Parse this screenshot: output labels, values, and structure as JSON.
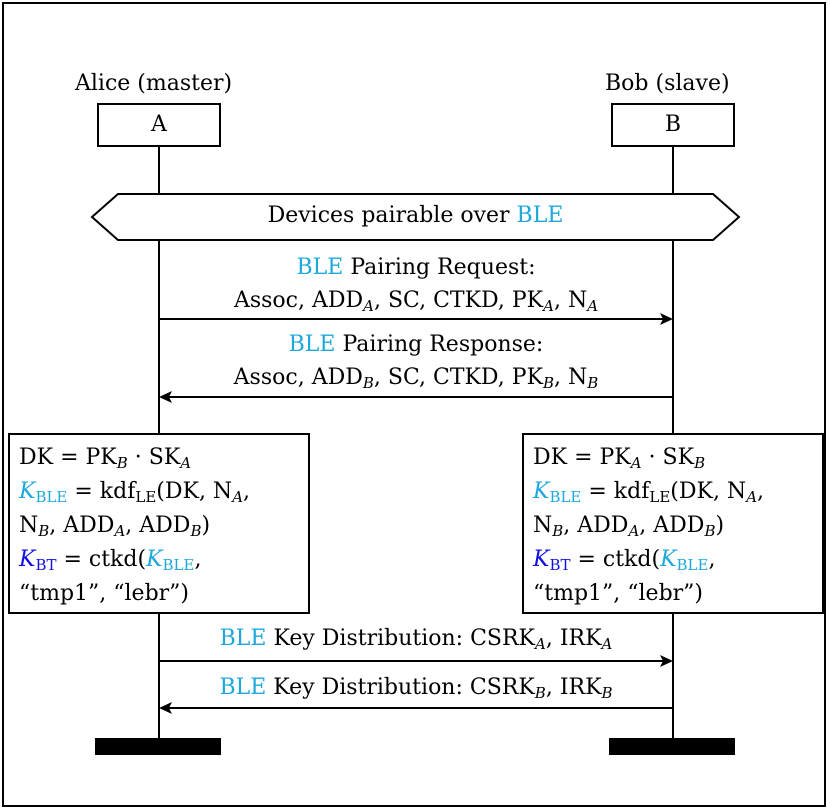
{
  "actors": {
    "alice": {
      "name": "Alice (master)",
      "label": "A"
    },
    "bob": {
      "name": "Bob (slave)",
      "label": "B"
    }
  },
  "banner": {
    "text": "Devices pairable over ",
    "protocol": "BLE"
  },
  "messages": [
    {
      "direction": "A-to-B",
      "protocol": "BLE",
      "line1": " Pairing Request:",
      "line2": "Assoc, ADD_A, SC, CTKD, PK_A, N_A"
    },
    {
      "direction": "B-to-A",
      "protocol": "BLE",
      "line1": " Pairing Response:",
      "line2": "Assoc, ADD_B, SC, CTKD, PK_B, N_B"
    },
    {
      "direction": "A-to-B",
      "protocol": "BLE",
      "line1": " Key Distribution: CSRK_A, IRK_A"
    },
    {
      "direction": "B-to-A",
      "protocol": "BLE",
      "line1": " Key Distribution: CSRK_B, IRK_B"
    }
  ],
  "computations": {
    "alice": [
      "DK = PK_B · SK_A",
      "K_BLE = kdf_LE(DK, N_A,",
      "N_B, ADD_A, ADD_B)",
      "K_BT = ctkd(K_BLE,",
      "“tmp1”, “lebr”)"
    ],
    "bob": [
      "DK = PK_A · SK_B",
      "K_BLE = kdf_LE(DK, N_A,",
      "N_B, ADD_A, ADD_B)",
      "K_BT = ctkd(K_BLE,",
      "“tmp1”, “lebr”)"
    ]
  },
  "colors": {
    "ble": "#1ea8dc",
    "bt": "#1010e0",
    "line": "#000000"
  }
}
